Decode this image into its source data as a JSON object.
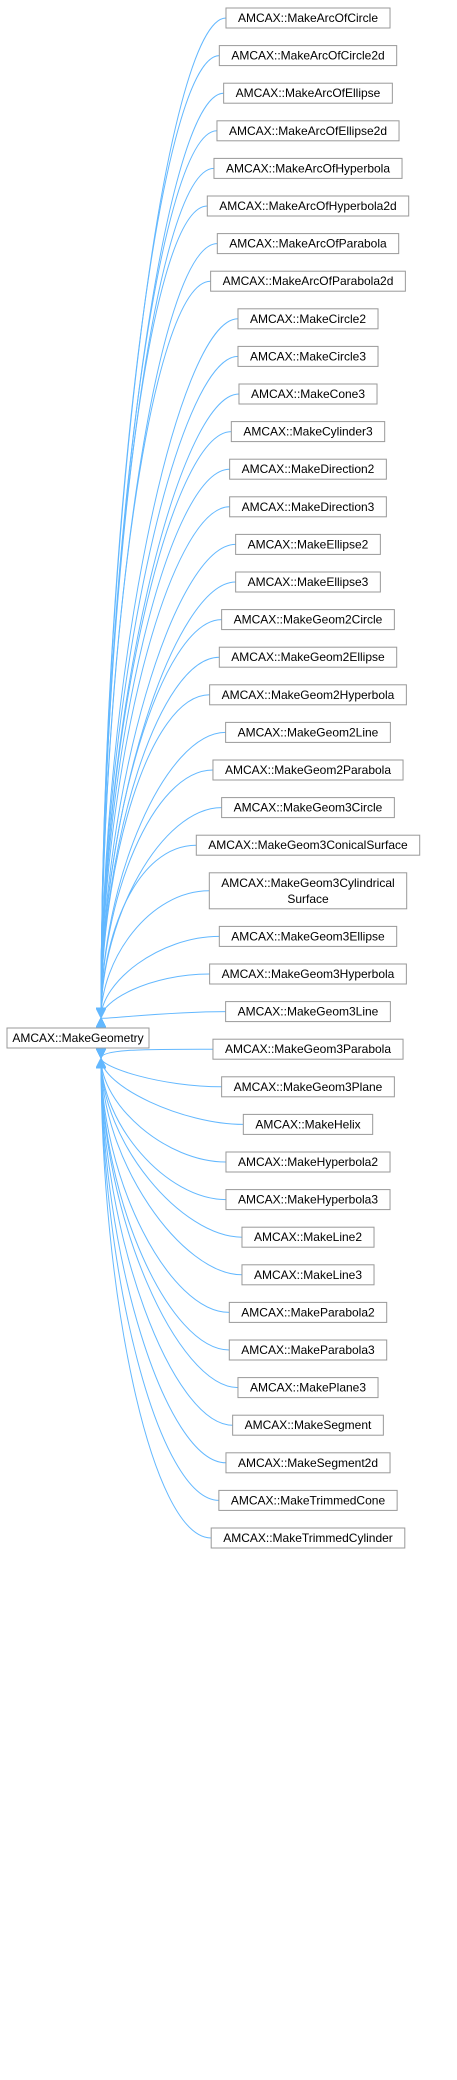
{
  "colors": {
    "edge": "#63B8FF",
    "node_border": "#999999",
    "node_fill": "#ffffff",
    "text": "#000000"
  },
  "base": {
    "label": "AMCAX::MakeGeometry"
  },
  "derived": [
    {
      "label": "AMCAX::MakeArcOfCircle"
    },
    {
      "label": "AMCAX::MakeArcOfCircle2d"
    },
    {
      "label": "AMCAX::MakeArcOfEllipse"
    },
    {
      "label": "AMCAX::MakeArcOfEllipse2d"
    },
    {
      "label": "AMCAX::MakeArcOfHyperbola"
    },
    {
      "label": "AMCAX::MakeArcOfHyperbola2d"
    },
    {
      "label": "AMCAX::MakeArcOfParabola"
    },
    {
      "label": "AMCAX::MakeArcOfParabola2d"
    },
    {
      "label": "AMCAX::MakeCircle2"
    },
    {
      "label": "AMCAX::MakeCircle3"
    },
    {
      "label": "AMCAX::MakeCone3"
    },
    {
      "label": "AMCAX::MakeCylinder3"
    },
    {
      "label": "AMCAX::MakeDirection2"
    },
    {
      "label": "AMCAX::MakeDirection3"
    },
    {
      "label": "AMCAX::MakeEllipse2"
    },
    {
      "label": "AMCAX::MakeEllipse3"
    },
    {
      "label": "AMCAX::MakeGeom2Circle"
    },
    {
      "label": "AMCAX::MakeGeom2Ellipse"
    },
    {
      "label": "AMCAX::MakeGeom2Hyperbola"
    },
    {
      "label": "AMCAX::MakeGeom2Line"
    },
    {
      "label": "AMCAX::MakeGeom2Parabola"
    },
    {
      "label": "AMCAX::MakeGeom3Circle"
    },
    {
      "label": "AMCAX::MakeGeom3ConicalSurface"
    },
    {
      "label": "AMCAX::MakeGeom3Cylindrical",
      "label2": "Surface"
    },
    {
      "label": "AMCAX::MakeGeom3Ellipse"
    },
    {
      "label": "AMCAX::MakeGeom3Hyperbola"
    },
    {
      "label": "AMCAX::MakeGeom3Line"
    },
    {
      "label": "AMCAX::MakeGeom3Parabola"
    },
    {
      "label": "AMCAX::MakeGeom3Plane"
    },
    {
      "label": "AMCAX::MakeHelix"
    },
    {
      "label": "AMCAX::MakeHyperbola2"
    },
    {
      "label": "AMCAX::MakeHyperbola3"
    },
    {
      "label": "AMCAX::MakeLine2"
    },
    {
      "label": "AMCAX::MakeLine3"
    },
    {
      "label": "AMCAX::MakeParabola2"
    },
    {
      "label": "AMCAX::MakeParabola3"
    },
    {
      "label": "AMCAX::MakePlane3"
    },
    {
      "label": "AMCAX::MakeSegment"
    },
    {
      "label": "AMCAX::MakeSegment2d"
    },
    {
      "label": "AMCAX::MakeTrimmedCone"
    },
    {
      "label": "AMCAX::MakeTrimmedCylinder"
    }
  ]
}
